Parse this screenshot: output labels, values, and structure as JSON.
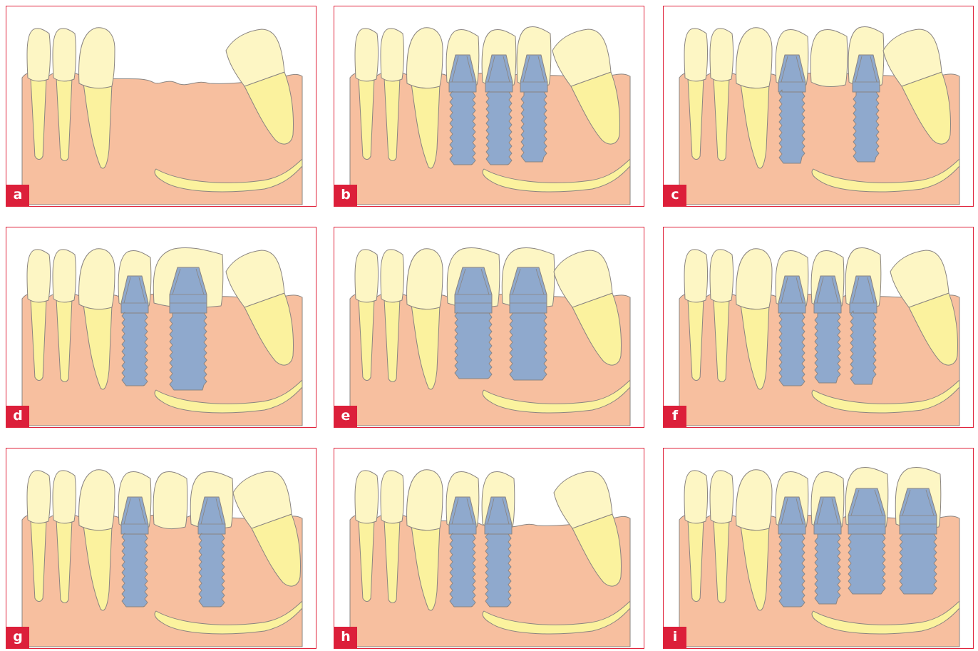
{
  "colors": {
    "frame": "#e0243c",
    "label_bg": "#dc1f3a",
    "gum": "#f7bf9f",
    "crown": "#fdf6c4",
    "root": "#fbf29e",
    "implant": "#8fa9cd",
    "outline": "#8a8480"
  },
  "panels": [
    {
      "label": "a",
      "variant": "gap-no-implants"
    },
    {
      "label": "b",
      "variant": "three-implants-three-crowns"
    },
    {
      "label": "c",
      "variant": "two-implants-bridge-with-pontic"
    },
    {
      "label": "d",
      "variant": "one-narrow-one-wide-implant"
    },
    {
      "label": "e",
      "variant": "two-wide-implants"
    },
    {
      "label": "f",
      "variant": "three-implants-narrow"
    },
    {
      "label": "g",
      "variant": "two-implants-bridge-with-pontic-shifted"
    },
    {
      "label": "h",
      "variant": "two-implants-shortened-arch"
    },
    {
      "label": "i",
      "variant": "four-implants-two-wide"
    }
  ]
}
